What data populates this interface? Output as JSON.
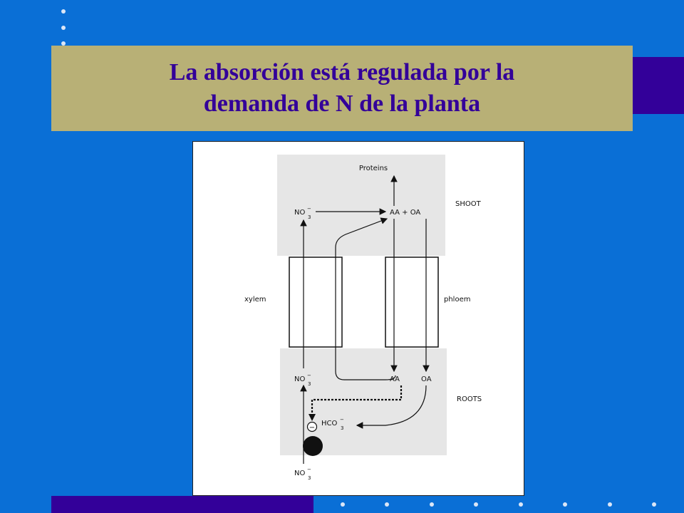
{
  "slide": {
    "title_line1": "La absorción está regulada por la",
    "title_line2": "demanda de N de la planta",
    "colors": {
      "background": "#0a6fd6",
      "accent": "#330099",
      "title_bar": "#b8b076",
      "title_text": "#330099"
    }
  },
  "diagram": {
    "proteins": "Proteins",
    "shoot": "SHOOT",
    "roots": "ROOTS",
    "xylem": "xylem",
    "phloem": "phloem",
    "no3": "NO",
    "aa_oa": "AA + OA",
    "aa": "AA",
    "oa": "OA",
    "hco3": "HCO",
    "minus": "−",
    "sub3": "3",
    "sup_minus": "−"
  }
}
